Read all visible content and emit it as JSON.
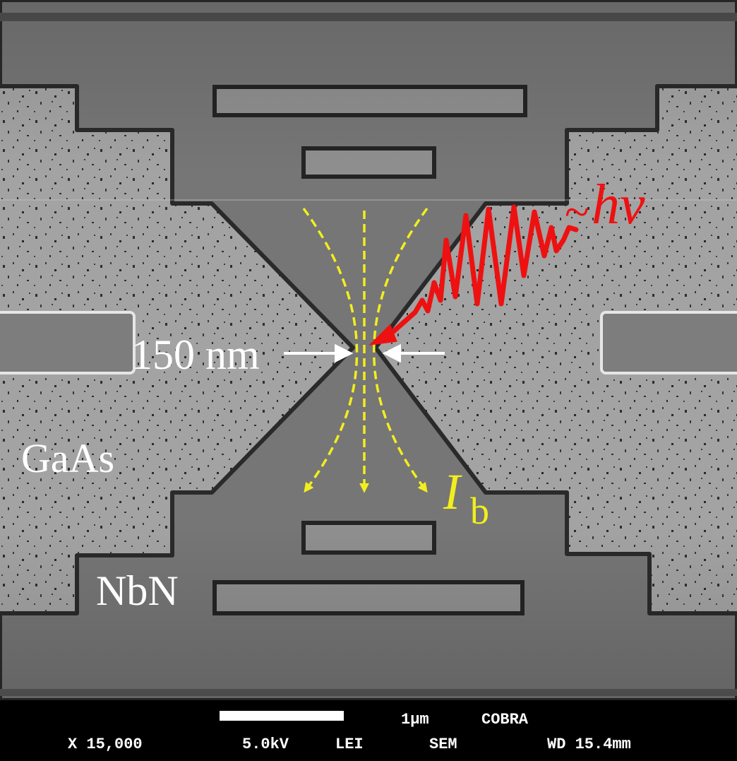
{
  "labels": {
    "width_annotation": "150 nm",
    "substrate": "GaAs",
    "film": "NbN",
    "photon_symbol": "hν",
    "photon_tilde": "~",
    "bias_current_main": "I",
    "bias_current_sub": "b"
  },
  "sem_info": {
    "scale_label": "1μm",
    "instrument_name": "COBRA",
    "magnification": "X 15,000",
    "voltage": "5.0kV",
    "detector": "LEI",
    "mode": "SEM",
    "working_distance": "WD 15.4mm"
  },
  "colors": {
    "photon": "#ee1111",
    "current_arrows": "#f2ee1e",
    "annotation": "#ffffff",
    "nbn_film": "#767676",
    "gaas_substrate": "#a3a3a3"
  }
}
